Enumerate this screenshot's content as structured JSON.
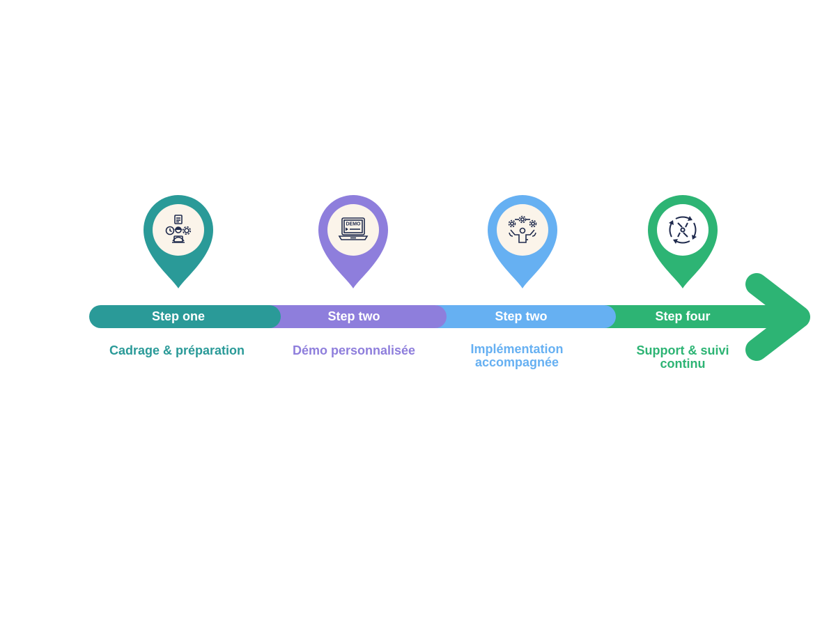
{
  "steps": [
    {
      "label": "Step one",
      "description": "Cadrage & préparation",
      "color": "#2a9a98",
      "icon": "person-laptop-clock-gear-icon"
    },
    {
      "label": "Step two",
      "description": "Démo personnalisée",
      "color": "#8e7edc",
      "icon": "laptop-demo-icon",
      "icon_text": "DEMO"
    },
    {
      "label": "Step two",
      "description": "Implémentation accompagnée",
      "color": "#66b0f2",
      "icon": "person-juggling-gears-icon"
    },
    {
      "label": "Step four",
      "description": "Support & suivi continu",
      "color": "#2db474",
      "icon": "cycle-arrows-icon"
    }
  ],
  "pin_inner_color": "#fbf4ea",
  "icon_stroke_color": "#1f2a4d"
}
